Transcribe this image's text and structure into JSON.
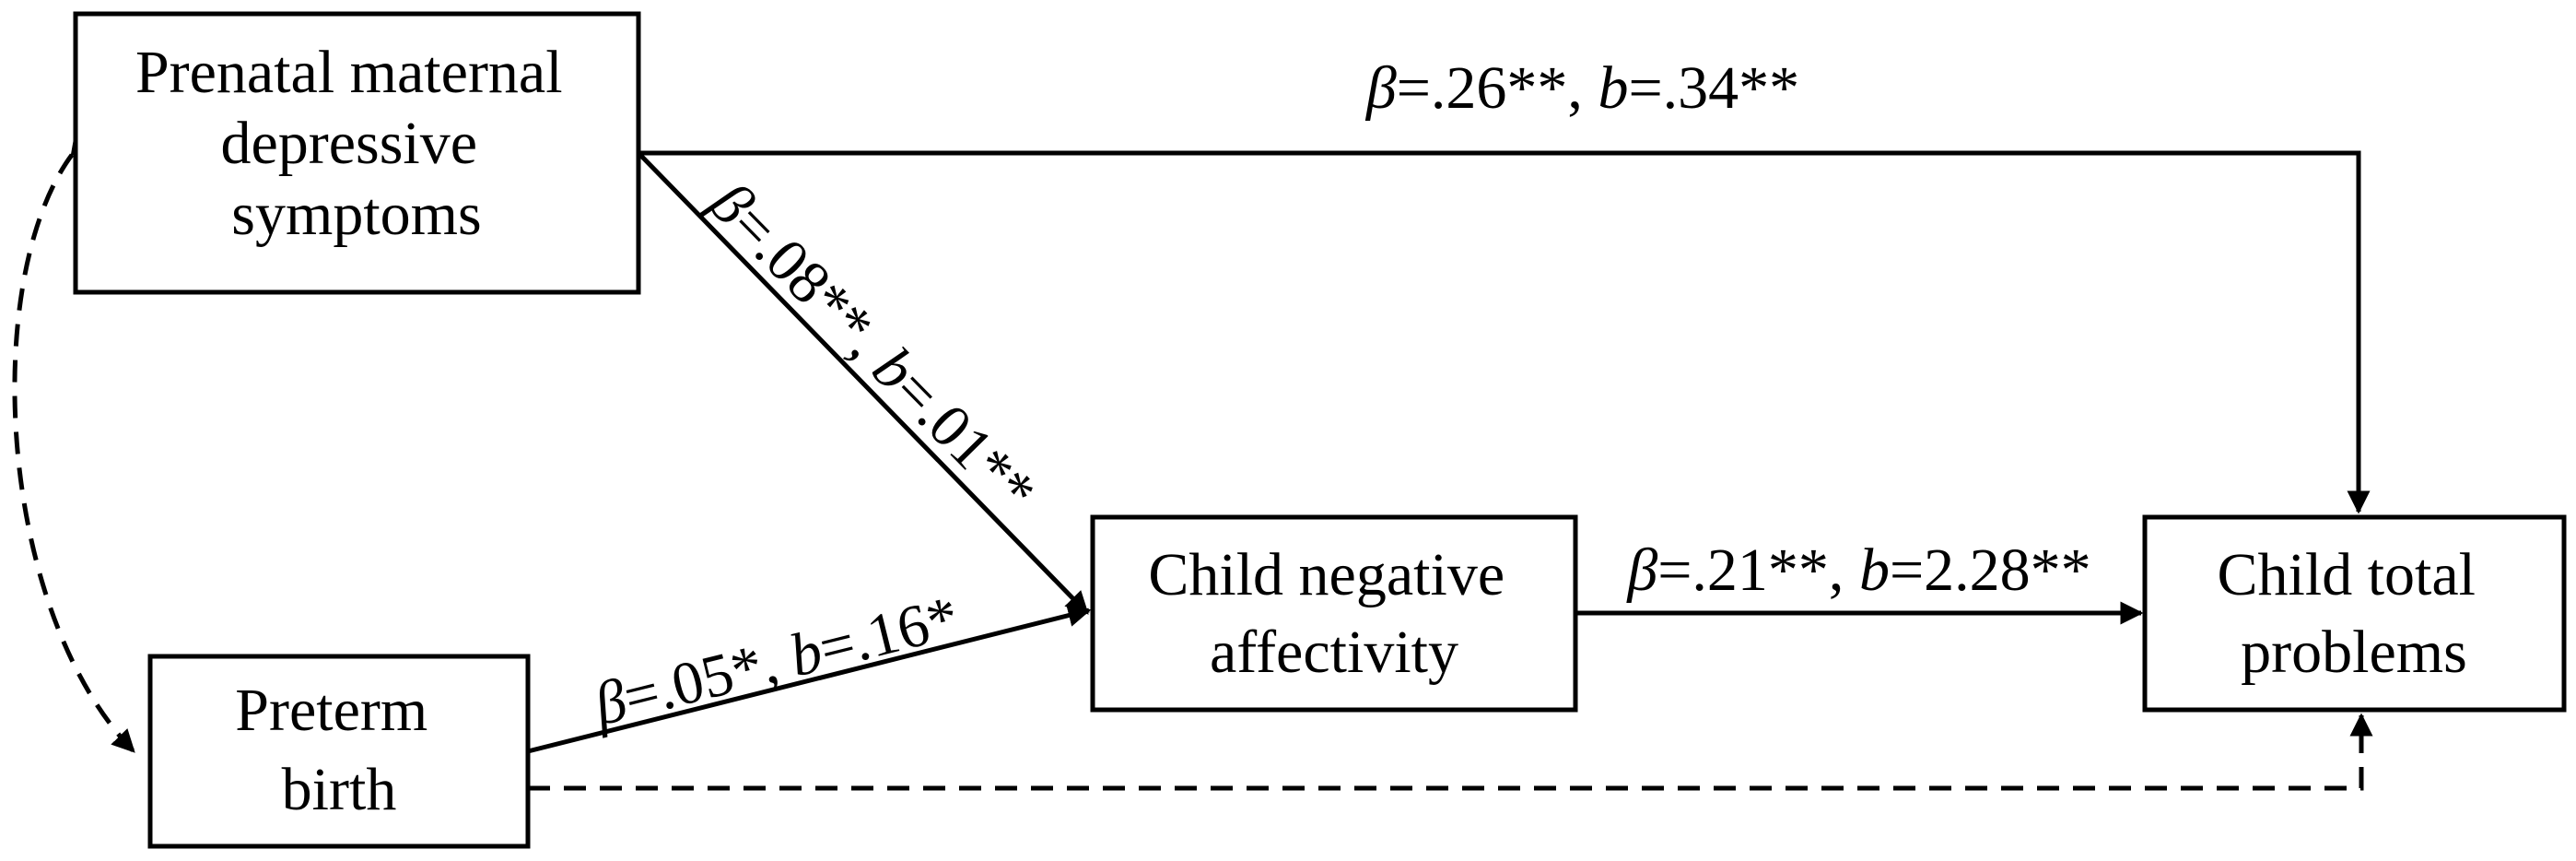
{
  "nodes": {
    "prenatal": {
      "lines": [
        "Prenatal maternal",
        "depressive",
        "symptoms"
      ]
    },
    "preterm": {
      "lines": [
        "Preterm",
        "birth"
      ]
    },
    "affectivity": {
      "lines": [
        "Child negative",
        "affectivity"
      ]
    },
    "problems": {
      "lines": [
        "Child total",
        "problems"
      ]
    }
  },
  "paths": {
    "prenatal_to_problems": {
      "beta_sym": "β",
      "beta_val": "=.26**, ",
      "b_sym": "b",
      "b_val": "=.34**"
    },
    "prenatal_to_affectivity": {
      "beta_sym": "β",
      "beta_val": "=.08**, ",
      "b_sym": "b",
      "b_val": "=.01**"
    },
    "preterm_to_affectivity": {
      "beta_sym": "β",
      "beta_val": "=.05*, ",
      "b_sym": "b",
      "b_val": "=.16*"
    },
    "affectivity_to_problems": {
      "beta_sym": "β",
      "beta_val": "=.21**, ",
      "b_sym": "b",
      "b_val": "=2.28**"
    }
  },
  "colors": {
    "line": "#000000",
    "box_fill": "#ffffff",
    "background": "#ffffff"
  }
}
